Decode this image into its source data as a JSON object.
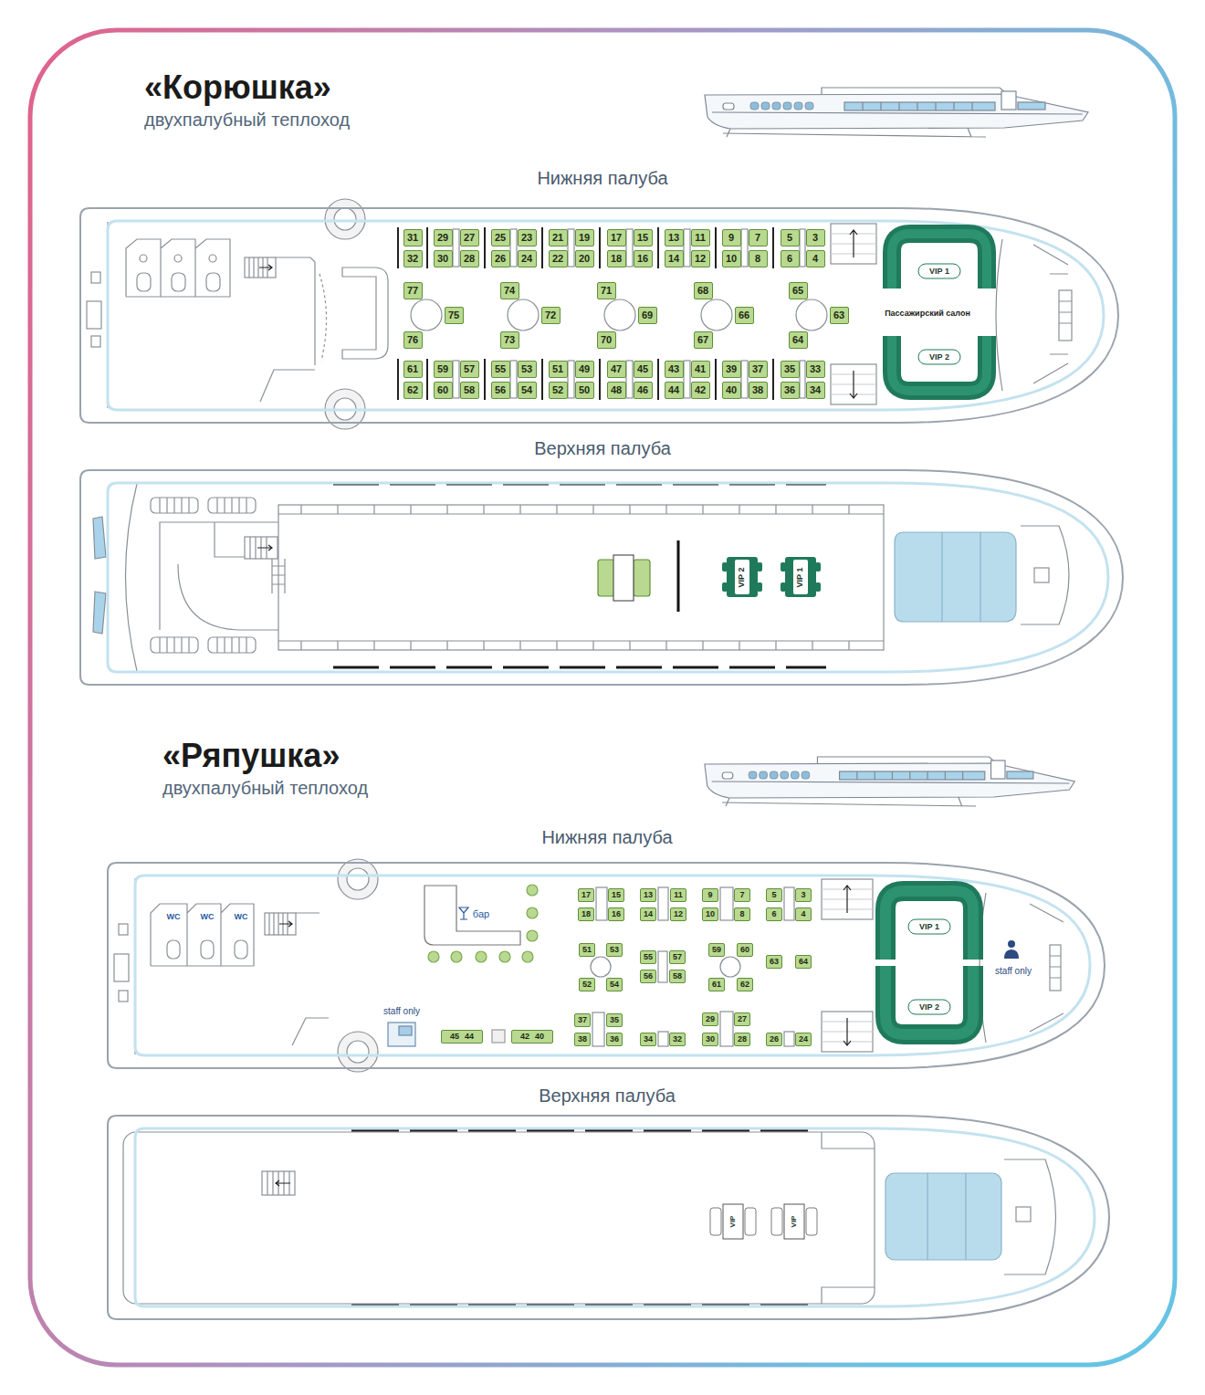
{
  "diagram": {
    "nodes": [
      {
        "text": [
          "Нижняя палуба"
        ]
      },
      {
        "text": [
          "31"
        ],
        "in": 0
      },
      {
        "text": [
          "29"
        ],
        "in": 0
      },
      {
        "text": [
          "27"
        ],
        "in": 0
      },
      {
        "text": [
          "25"
        ],
        "in": 0
      },
      {
        "text": [
          "23"
        ],
        "in": 0
      },
      {
        "text": [
          "21"
        ],
        "in": 0
      },
      {
        "text": [
          "19"
        ],
        "in": 0
      },
      {
        "text": [
          "17"
        ],
        "in": 0
      },
      {
        "text": [
          "15"
        ],
        "in": 0
      },
      {
        "text": [
          "13"
        ],
        "in": 0
      },
      {
        "text": [
          "11"
        ],
        "in": 0
      },
      {
        "text": [
          "9"
        ],
        "in": 0
      },
      {
        "text": [
          "7"
        ],
        "in": 0
      },
      {
        "text": [
          "5"
        ],
        "in": 0
      },
      {
        "text": [
          "3"
        ],
        "in": 0
      },
      {
        "text": [
          "32"
        ],
        "in": 0
      },
      {
        "text": [
          "30"
        ],
        "in": 0
      },
      {
        "text": [
          "28"
        ],
        "in": 0
      },
      {
        "text": [
          "26"
        ],
        "in": 0
      },
      {
        "text": [
          "24"
        ],
        "in": 0
      },
      {
        "text": [
          "22"
        ],
        "in": 0
      },
      {
        "text": [
          "20"
        ],
        "in": 0
      },
      {
        "text": [
          "18"
        ],
        "in": 0
      },
      {
        "text": [
          "16"
        ],
        "in": 0
      },
      {
        "text": [
          "14"
        ],
        "in": 0
      },
      {
        "text": [
          "12"
        ],
        "in": 0
      },
      {
        "text": [
          "10"
        ],
        "in": 0
      },
      {
        "text": [
          "8"
        ],
        "in": 0
      },
      {
        "text": [
          "6"
        ],
        "in": 0
      },
      {
        "text": [
          "4"
        ],
        "in": 0
      },
      {
        "text": [
          "77"
        ],
        "in": 0
      },
      {
        "text": [
          "76"
        ],
        "in": 0
      },
      {
        "text": [
          "75"
        ],
        "in": 0
      },
      {
        "text": [
          "74"
        ],
        "in": 0
      },
      {
        "text": [
          "73"
        ],
        "in": 0
      },
      {
        "text": [
          "72"
        ],
        "in": 0
      },
      {
        "text": [
          "71"
        ],
        "in": 0
      },
      {
        "text": [
          "70"
        ],
        "in": 0
      },
      {
        "text": [
          "69"
        ],
        "in": 0
      },
      {
        "text": [
          "68"
        ],
        "in": 0
      },
      {
        "text": [
          "67"
        ],
        "in": 0
      },
      {
        "text": [
          "66"
        ],
        "in": 0
      },
      {
        "text": [
          "65"
        ],
        "in": 0
      },
      {
        "text": [
          "64"
        ],
        "in": 0
      },
      {
        "text": [
          "63"
        ],
        "in": 0
      },
      {
        "text": [
          "61"
        ],
        "in": 0
      },
      {
        "text": [
          "59"
        ],
        "in": 0
      },
      {
        "text": [
          "57"
        ],
        "in": 0
      },
      {
        "text": [
          "55"
        ],
        "in": 0
      },
      {
        "text": [
          "53"
        ],
        "in": 0
      },
      {
        "text": [
          "51"
        ],
        "in": 0
      },
      {
        "text": [
          "49"
        ],
        "in": 0
      },
      {
        "text": [
          "47"
        ],
        "in": 0
      },
      {
        "text": [
          "45"
        ],
        "in": 0
      },
      {
        "text": [
          "43"
        ],
        "in": 0
      },
      {
        "text": [
          "41"
        ],
        "in": 0
      },
      {
        "text": [
          "39"
        ],
        "in": 0
      },
      {
        "text": [
          "37"
        ],
        "in": 0
      },
      {
        "text": [
          "35"
        ],
        "in": 0
      },
      {
        "text": [
          "33"
        ],
        "in": 0
      },
      {
        "text": [
          "62"
        ],
        "in": 0
      },
      {
        "text": [
          "60"
        ],
        "in": 0
      },
      {
        "text": [
          "58"
        ],
        "in": 0
      },
      {
        "text": [
          "56"
        ],
        "in": 0
      },
      {
        "text": [
          "54"
        ],
        "in": 0
      },
      {
        "text": [
          "52"
        ],
        "in": 0
      },
      {
        "text": [
          "50"
        ],
        "in": 0
      },
      {
        "text": [
          "48"
        ],
        "in": 0
      },
      {
        "text": [
          "46"
        ],
        "in": 0
      },
      {
        "text": [
          "44"
        ],
        "in": 0
      },
      {
        "text": [
          "42"
        ],
        "in": 0
      },
      {
        "text": [
          "40"
        ],
        "in": 0
      },
      {
        "text": [
          "38"
        ],
        "in": 0
      },
      {
        "text": [
          "36"
        ],
        "in": 0
      },
      {
        "text": [
          "34"
        ],
        "in": 0
      },
      {
        "text": [
          "VIP 1"
        ],
        "in": 0
      },
      {
        "text": [
          "VIP 2"
        ],
        "in": 0
      },
      {
        "text": [
          "Верхняя палуба"
        ]
      },
      {
        "text": [
          "VIP 2"
        ],
        "in": 78
      },
      {
        "text": [
          "VIP 1"
        ],
        "in": 78
      },
      {
        "text": [
          "Нижняя палуба"
        ]
      },
      {
        "text": [
          "17"
        ],
        "in": 81
      },
      {
        "text": [
          "15"
        ],
        "in": 81
      },
      {
        "text": [
          "13"
        ],
        "in": 81
      },
      {
        "text": [
          "11"
        ],
        "in": 81
      },
      {
        "text": [
          "9"
        ],
        "in": 81
      },
      {
        "text": [
          "7"
        ],
        "in": 81
      },
      {
        "text": [
          "5"
        ],
        "in": 81
      },
      {
        "text": [
          "3"
        ],
        "in": 81
      },
      {
        "text": [
          "18"
        ],
        "in": 81
      },
      {
        "text": [
          "16"
        ],
        "in": 81
      },
      {
        "text": [
          "14"
        ],
        "in": 81
      },
      {
        "text": [
          "12"
        ],
        "in": 81
      },
      {
        "text": [
          "10"
        ],
        "in": 81
      },
      {
        "text": [
          "8"
        ],
        "in": 81
      },
      {
        "text": [
          "6"
        ],
        "in": 81
      },
      {
        "text": [
          "4"
        ],
        "in": 81
      },
      {
        "text": [
          "51"
        ],
        "in": 81
      },
      {
        "text": [
          "53"
        ],
        "in": 81
      },
      {
        "text": [
          "55"
        ],
        "in": 81
      },
      {
        "text": [
          "57"
        ],
        "in": 81
      },
      {
        "text": [
          "59"
        ],
        "in": 81
      },
      {
        "text": [
          "60"
        ],
        "in": 81
      },
      {
        "text": [
          "63"
        ],
        "in": 81
      },
      {
        "text": [
          "64"
        ],
        "in": 81
      },
      {
        "text": [
          "52"
        ],
        "in": 81
      },
      {
        "text": [
          "54"
        ],
        "in": 81
      },
      {
        "text": [
          "56"
        ],
        "in": 81
      },
      {
        "text": [
          "58"
        ],
        "in": 81
      },
      {
        "text": [
          "61"
        ],
        "in": 81
      },
      {
        "text": [
          "62"
        ],
        "in": 81
      },
      {
        "text": [
          "45",
          "44"
        ],
        "in": 81
      },
      {
        "text": [
          "42",
          "40"
        ],
        "in": 81
      },
      {
        "text": [
          "37"
        ],
        "in": 81
      },
      {
        "text": [
          "35"
        ],
        "in": 81
      },
      {
        "text": [
          "29"
        ],
        "in": 81
      },
      {
        "text": [
          "27"
        ],
        "in": 81
      },
      {
        "text": [
          "38"
        ],
        "in": 81
      },
      {
        "text": [
          "36"
        ],
        "in": 81
      },
      {
        "text": [
          "34"
        ],
        "in": 81
      },
      {
        "text": [
          "32"
        ],
        "in": 81
      },
      {
        "text": [
          "30"
        ],
        "in": 81
      },
      {
        "text": [
          "28"
        ],
        "in": 81
      },
      {
        "text": [
          "26"
        ],
        "in": 81
      },
      {
        "text": [
          "24"
        ],
        "in": 81
      },
      {
        "text": [
          "VIP 1"
        ],
        "in": 81
      },
      {
        "text": [
          "VIP 2"
        ],
        "in": 81
      },
      {
        "text": [
          "Верхняя палуба"
        ]
      },
      {
        "text": [
          "VIP"
        ],
        "in": 128
      },
      {
        "text": [
          "VIP"
        ],
        "in": 128
      }
    ],
    "labels": [
      "«Корюшка»",
      "двухпалубный теплоход",
      "Пассажирский салон",
      "«Ряпушка»",
      "двухпалубный теплоход",
      "бар",
      "staff only",
      "staff only",
      "WC",
      "WC",
      "WC"
    ]
  }
}
